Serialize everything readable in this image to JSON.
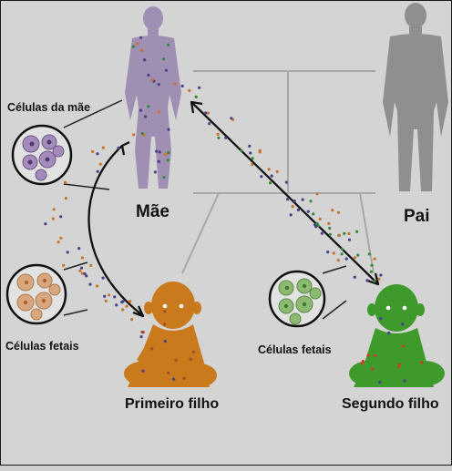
{
  "labels": {
    "mother": "Mãe",
    "father": "Pai",
    "mother_cells": "Células da mãe",
    "fetal_cells_left": "Células fetais",
    "fetal_cells_right": "Células fetais",
    "first_child": "Primeiro filho",
    "second_child": "Segundo filho"
  },
  "colors": {
    "background": "#d4d4d4",
    "mother": "#9f8fb3",
    "father": "#8f8f8f",
    "first_child": "#c97a1c",
    "second_child": "#3f9a2c",
    "mother_cells": "#a48bbb",
    "fetal_cells_orange": "#d7a880",
    "fetal_cells_green": "#8dba72",
    "arrow": "#111111"
  }
}
